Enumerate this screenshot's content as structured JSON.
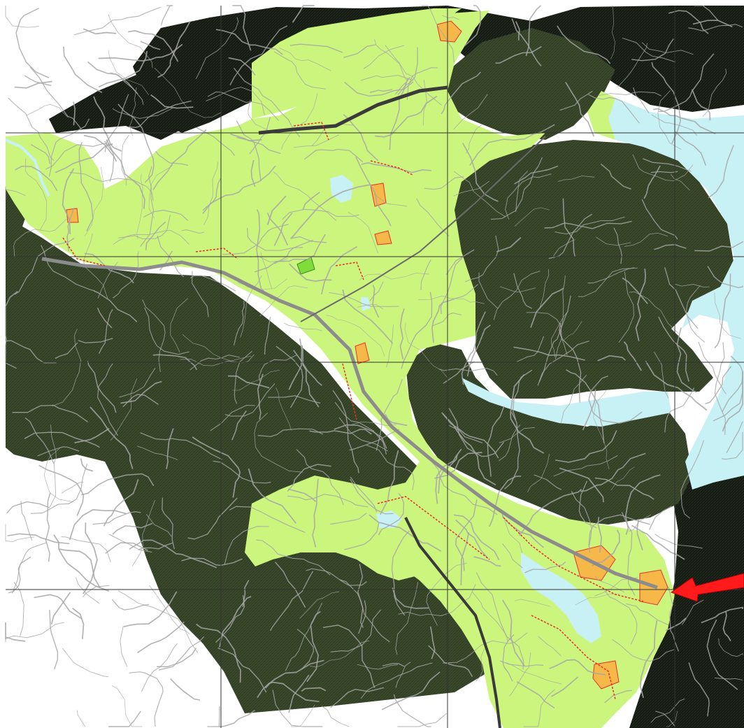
{
  "map": {
    "type": "land-use-zoning-map",
    "legend_visible": false,
    "text_labels_visible": false,
    "zones": [
      {
        "id": "forest",
        "color": "#3b4a2c"
      },
      {
        "id": "dense-forest",
        "color": "#131812"
      },
      {
        "id": "agricultural",
        "color": "#ccf57e"
      },
      {
        "id": "water",
        "color": "#c8f1f5"
      },
      {
        "id": "settlement",
        "color": "#f7b84a"
      },
      {
        "id": "park",
        "color": "#7fdc3a"
      }
    ],
    "colors": {
      "background": "#ffffff",
      "roads": "#a6a6a6",
      "grid_lines": "#333333",
      "boundary_lines": "#e8302a",
      "arrow": "#ff1b1b"
    },
    "annotations": [
      {
        "kind": "arrow",
        "direction": "left",
        "target": "eastern-settlement",
        "color": "#ff1b1b"
      }
    ]
  }
}
